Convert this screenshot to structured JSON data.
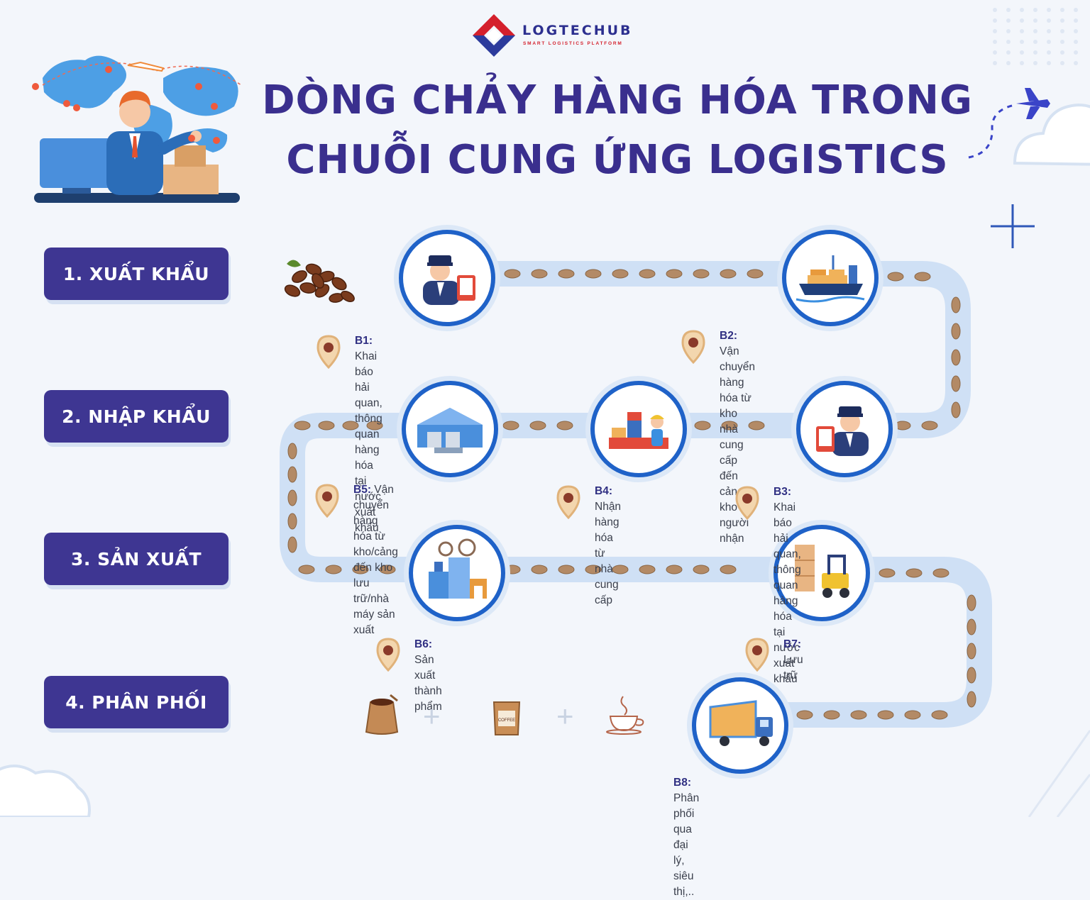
{
  "brand": {
    "name": "LOGTECHUB",
    "tagline": "SMART LOGISTICS PLATFORM"
  },
  "title": {
    "line1": "DÒNG CHẢY HÀNG HÓA TRONG",
    "line2": "CHUỖI CUNG ỨNG LOGISTICS"
  },
  "stages": [
    {
      "label": "1. XUẤT KHẨU"
    },
    {
      "label": "2. NHẬP KHẨU"
    },
    {
      "label": "3. SẢN XUẤT"
    },
    {
      "label": "4. PHÂN PHỐI"
    }
  ],
  "steps": [
    {
      "code": "B1:",
      "line1": "Khai báo hải quan, thông quan",
      "line2": "hàng hóa tại nước xuất khẩu"
    },
    {
      "code": "B2:",
      "line1": "Vận chuyển hàng hóa từ kho nhà",
      "line2": "cung cấp đến cảng/ kho người nhận"
    },
    {
      "code": "B3:",
      "line1": "Khai báo hải quan, thông quan",
      "line2": "hàng hóa tại nước xuất khẩu"
    },
    {
      "code": "B4:",
      "line1": "Nhận hàng hóa từ",
      "line2": "nhà cung cấp"
    },
    {
      "code": "B5:",
      "line1": "Vận chuyển hàng hóa từ kho/cảng",
      "line2": "đến kho lưu trữ/nhà máy sản xuất"
    },
    {
      "code": "B6:",
      "line1": "Sản xuất thành phẩm",
      "line2": ""
    },
    {
      "code": "B7:",
      "line1": "Lưu trữ",
      "line2": ""
    },
    {
      "code": "B8:",
      "line1": "Phân phối qua đại lý, siêu thị,..",
      "line2": ""
    }
  ],
  "products": {
    "coffee_bag_label": "COFFEE"
  },
  "colors": {
    "primary": "#3e3692",
    "title": "#3a2f8e",
    "circle_border": "#1f62c8",
    "road": "#cfe0f5",
    "bean": "#b38a66",
    "pin": "#e0b27a",
    "accent_red": "#d4202c"
  }
}
